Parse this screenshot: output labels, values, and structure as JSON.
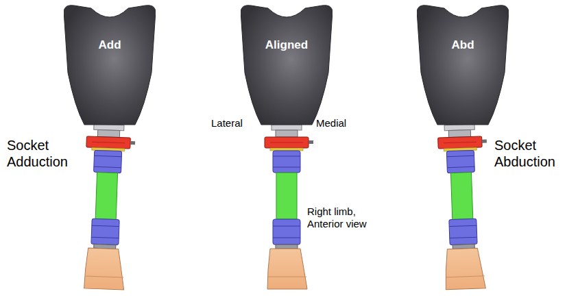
{
  "diagram": {
    "nodes": [
      {
        "text": [
          "Add"
        ]
      },
      {
        "text": [
          "Aligned"
        ]
      },
      {
        "text": [
          "Abd"
        ]
      }
    ],
    "labels": [
      "Socket Adduction",
      "Lateral",
      "Medial",
      "Socket Abduction",
      "Right limb, Anterior view"
    ]
  }
}
